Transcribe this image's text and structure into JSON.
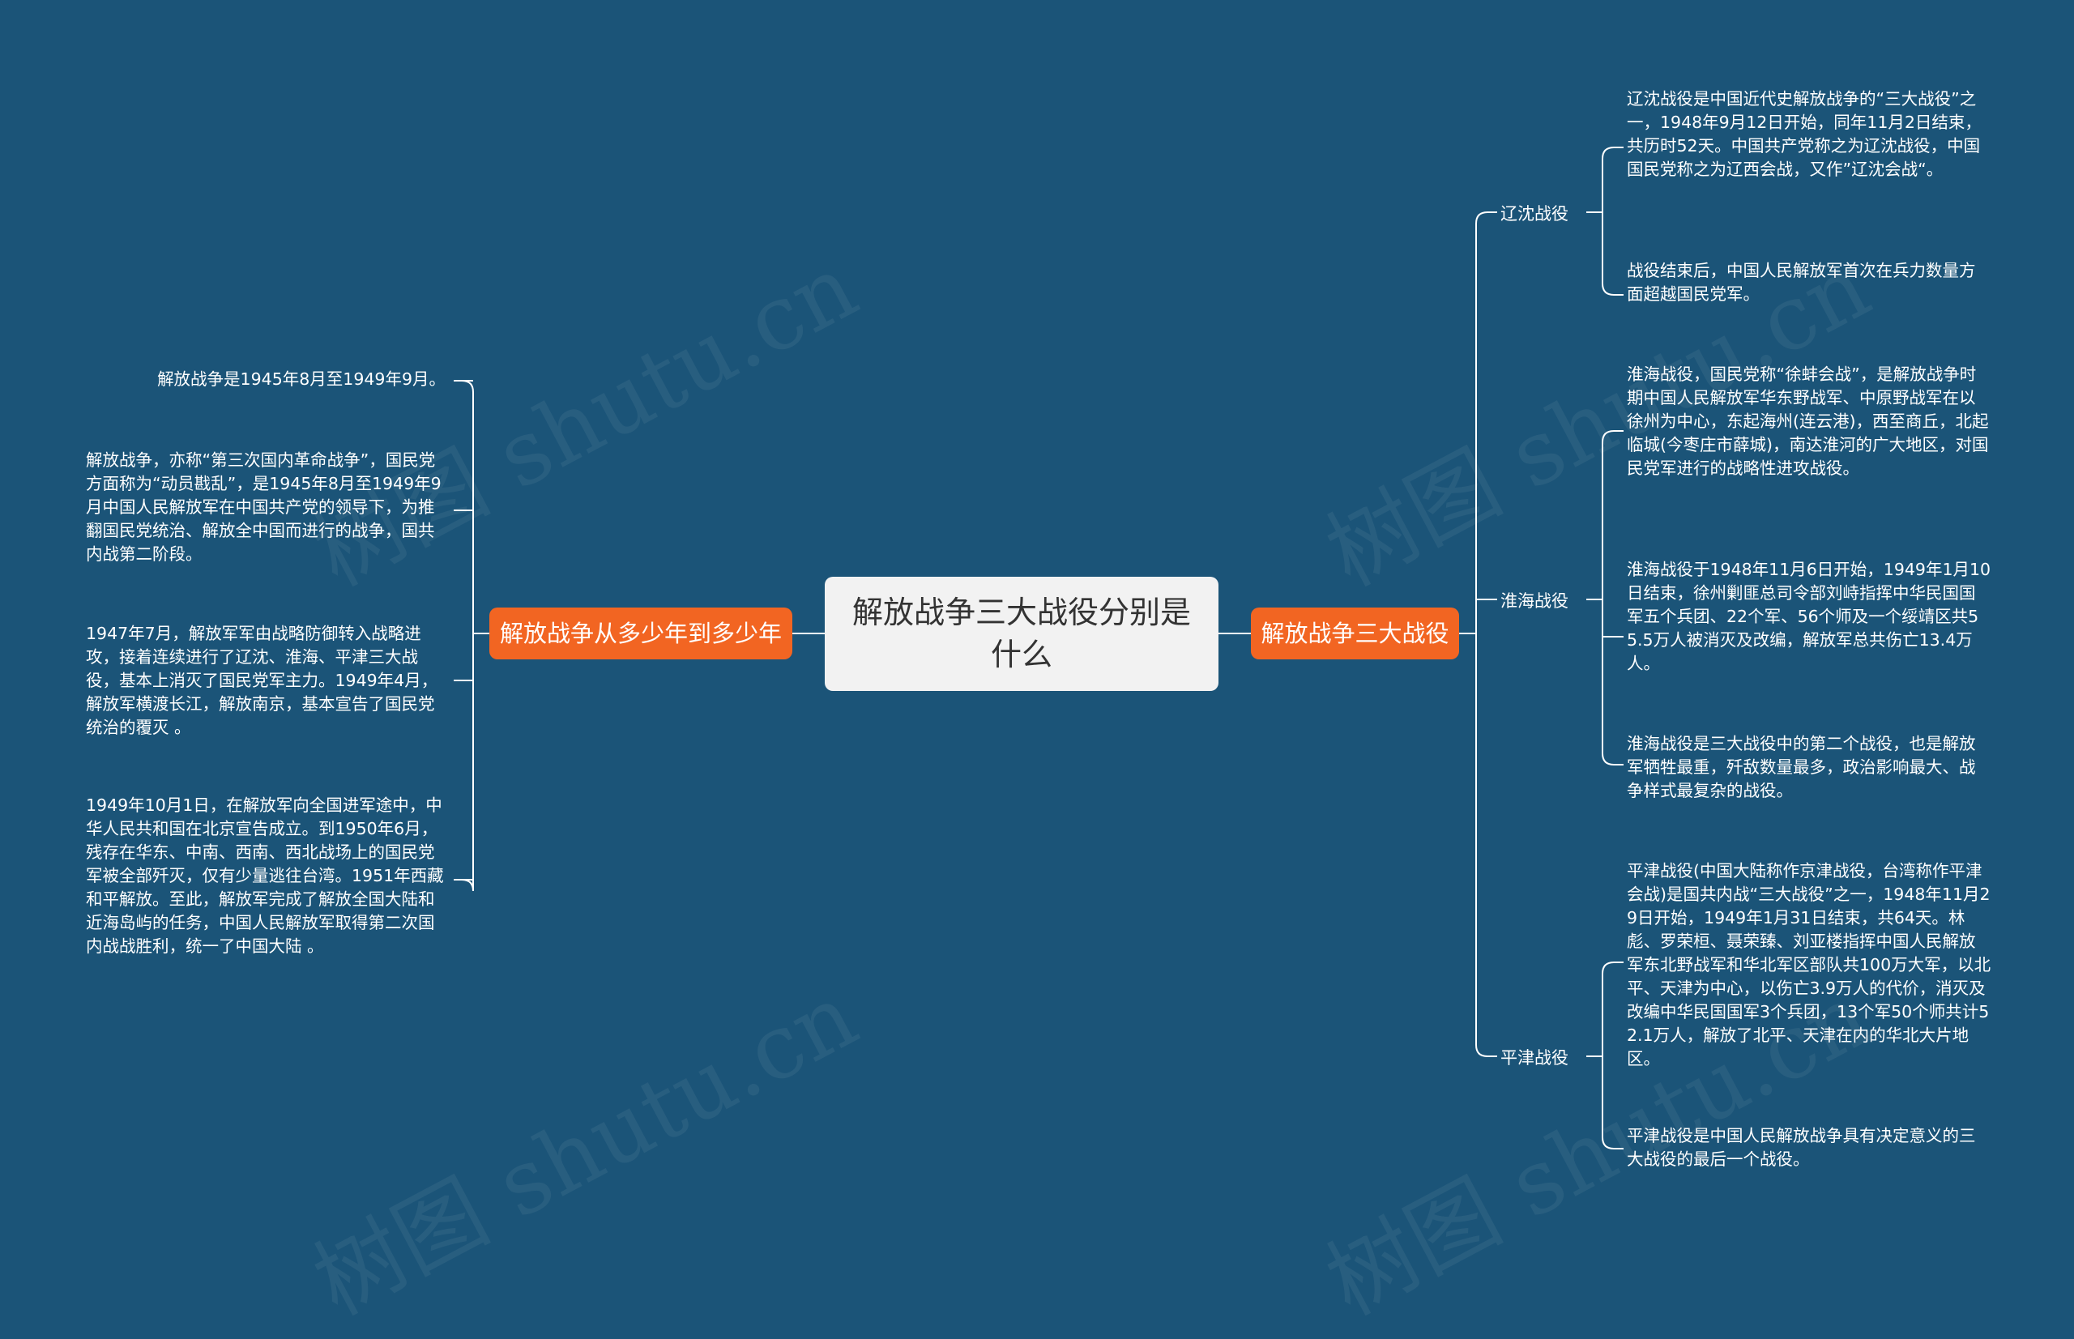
{
  "center": {
    "title": "解放战争三大战役分别是什么"
  },
  "left_branch": {
    "title": "解放战争从多少年到多少年",
    "items": [
      "解放战争是1945年8月至1949年9月。",
      "解放战争，亦称“第三次国内革命战争”，国民党方面称为“动员戡乱”，是1945年8月至1949年9月中国人民解放军在中国共产党的领导下，为推翻国民党统治、解放全中国而进行的战争，国共内战第二阶段。",
      "1947年7月，解放军军由战略防御转入战略进攻，接着连续进行了辽沈、淮海、平津三大战役，基本上消灭了国民党军主力。1949年4月，解放军横渡长江，解放南京，基本宣告了国民党统治的覆灭 。",
      "1949年10月1日，在解放军向全国进军途中，中华人民共和国在北京宣告成立。到1950年6月，残存在华东、中南、西南、西北战场上的国民党军被全部歼灭，仅有少量逃往台湾。1951年西藏和平解放。至此，解放军完成了解放全国大陆和近海岛屿的任务，中国人民解放军取得第二次国内战战胜利，统一了中国大陆 。"
    ]
  },
  "right_branch": {
    "title": "解放战争三大战役",
    "groups": [
      {
        "label": "辽沈战役",
        "items": [
          "辽沈战役是中国近代史解放战争的“三大战役”之一，1948年9月12日开始，同年11月2日结束，共历时52天。中国共产党称之为辽沈战役，中国国民党称之为辽西会战，又作”辽沈会战“。",
          "战役结束后，中国人民解放军首次在兵力数量方面超越国民党军。"
        ]
      },
      {
        "label": "淮海战役",
        "items": [
          "淮海战役，国民党称“徐蚌会战”，是解放战争时期中国人民解放军华东野战军、中原野战军在以徐州为中心，东起海州(连云港)，西至商丘，北起临城(今枣庄市薛城)，南达淮河的广大地区，对国民党军进行的战略性进攻战役。",
          "淮海战役于1948年11月6日开始，1949年1月10日结束，徐州剿匪总司令部刘峙指挥中华民国国军五个兵团、22个军、56个师及一个绥靖区共55.5万人被消灭及改编，解放军总共伤亡13.4万人。",
          "淮海战役是三大战役中的第二个战役，也是解放军牺牲最重，歼敌数量最多，政治影响最大、战争样式最复杂的战役。"
        ]
      },
      {
        "label": "平津战役",
        "items": [
          "平津战役(中国大陆称作京津战役，台湾称作平津会战)是国共内战“三大战役”之一，1948年11月29日开始，1949年1月31日结束，共64天。林彪、罗荣桓、聂荣臻、刘亚楼指挥中国人民解放军东北野战军和华北军区部队共100万大军，以北平、天津为中心，以伤亡3.9万人的代价，消灭及改编中华民国国军3个兵团，13个军50个师共计52.1万人，解放了北平、天津在内的华北大片地区。",
          "平津战役是中国人民解放战争具有决定意义的三大战役的最后一个战役。"
        ]
      }
    ]
  },
  "watermarks": [
    "树图 shutu.cn",
    "树图 shutu.cn",
    "树图 shutu.cn",
    "树图 shutu.cn"
  ],
  "colors": {
    "background": "#1b5478",
    "accent": "#f26522",
    "center_bg": "#f2f2f2",
    "line": "#ffffff"
  }
}
